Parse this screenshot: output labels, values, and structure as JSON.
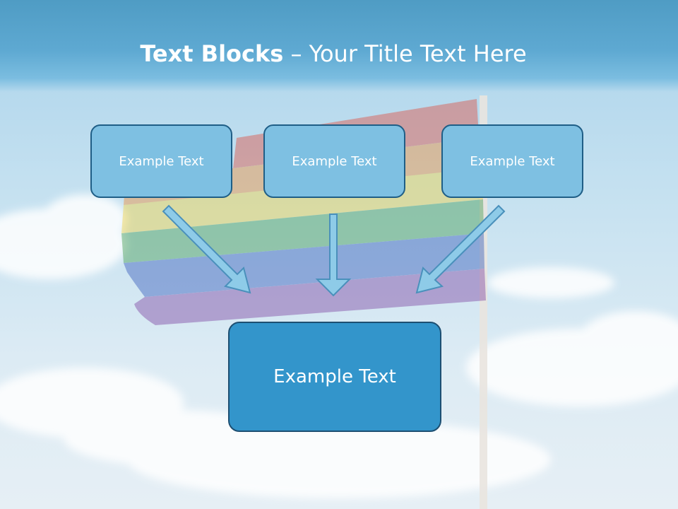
{
  "title": {
    "bold": "Text Blocks",
    "rest": " – Your Title Text Here"
  },
  "boxes": {
    "top": [
      "Example Text",
      "Example Text",
      "Example Text"
    ],
    "bottom": "Example Text"
  },
  "colors": {
    "header": "#5ea9d2",
    "small_box_fill": "#7ec0e2",
    "main_box_fill": "#3395cb",
    "box_border": "#1f5e86",
    "arrow_fill": "#8ecbe8",
    "arrow_stroke": "#4a90bb"
  }
}
